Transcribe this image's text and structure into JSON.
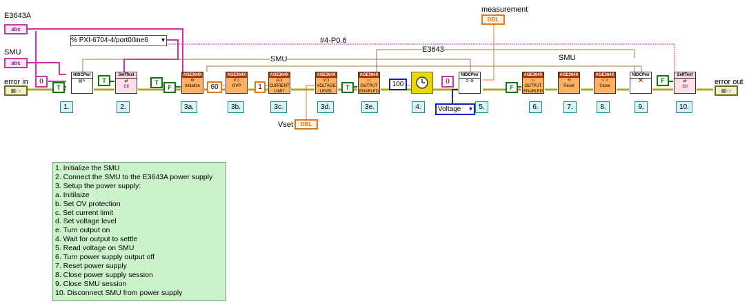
{
  "controls": {
    "e3643a_label": "E3643A",
    "smu_label": "SMU",
    "error_in_label": "error in",
    "error_out_label": "error out",
    "measurement_label": "measurement",
    "vset_label": "Vset",
    "abc_glyph": "abc",
    "dbl_glyph": "DBL"
  },
  "constants": {
    "resource_name": "PXI-6704-4/port0/line6",
    "ring_prefix": "%",
    "zero_a": "0",
    "ovp_value": "60",
    "current_limit": "1",
    "wait_ms": "100",
    "zero_b": "0",
    "true_glyph": "T",
    "false_glyph": "F",
    "measure_enum": "Voltage"
  },
  "wire_labels": {
    "p06": "#4-P0.6",
    "smu_a": "SMU",
    "e3643": "E3643",
    "smu_b": "SMU"
  },
  "vis": {
    "nidcpower": "NIDCPwr",
    "selftest": "SelfTest",
    "ag3643": "AGE364X",
    "initialize": "Initialize",
    "ovp": "OVP",
    "current_limit": "CURRENT LIMIT",
    "voltage_level": "VOLTAGE LEVEL",
    "output_enabled": "OUTPUT ENABLED",
    "reset": "Reset",
    "close": "Close",
    "ctl": "Ctl"
  },
  "steps": [
    "1.",
    "2.",
    "3a.",
    "3b.",
    "3c.",
    "3d.",
    "3e.",
    "4.",
    "5.",
    "6.",
    "7.",
    "8.",
    "9.",
    "10."
  ],
  "notes": [
    "1.  Initialize the SMU",
    "2.  Connect the SMU to the E3643A power supply",
    "3.  Setup the power supply:",
    "  a.  Initilaize",
    "  b.  Set OV protection",
    "  c.  Set current limit",
    "  d.  Set voltage level",
    "  e.  Turn output on",
    "4.  Wait for output to settle",
    "5.  Read voltage on SMU",
    "6.  Turn power supply output off",
    "7.  Reset power supply",
    "8.  Close power supply session",
    "9.  Close SMU session",
    "10.  Disconnect SMU from power supply"
  ],
  "colors": {
    "string_wire": "#cc33aa",
    "error_wire": "#a8a830",
    "session_wire": "#9a7a3a",
    "numeric_wire": "#e07820",
    "bool_wire": "#0a7a0a",
    "comment_bg": "#ccf2cc"
  }
}
